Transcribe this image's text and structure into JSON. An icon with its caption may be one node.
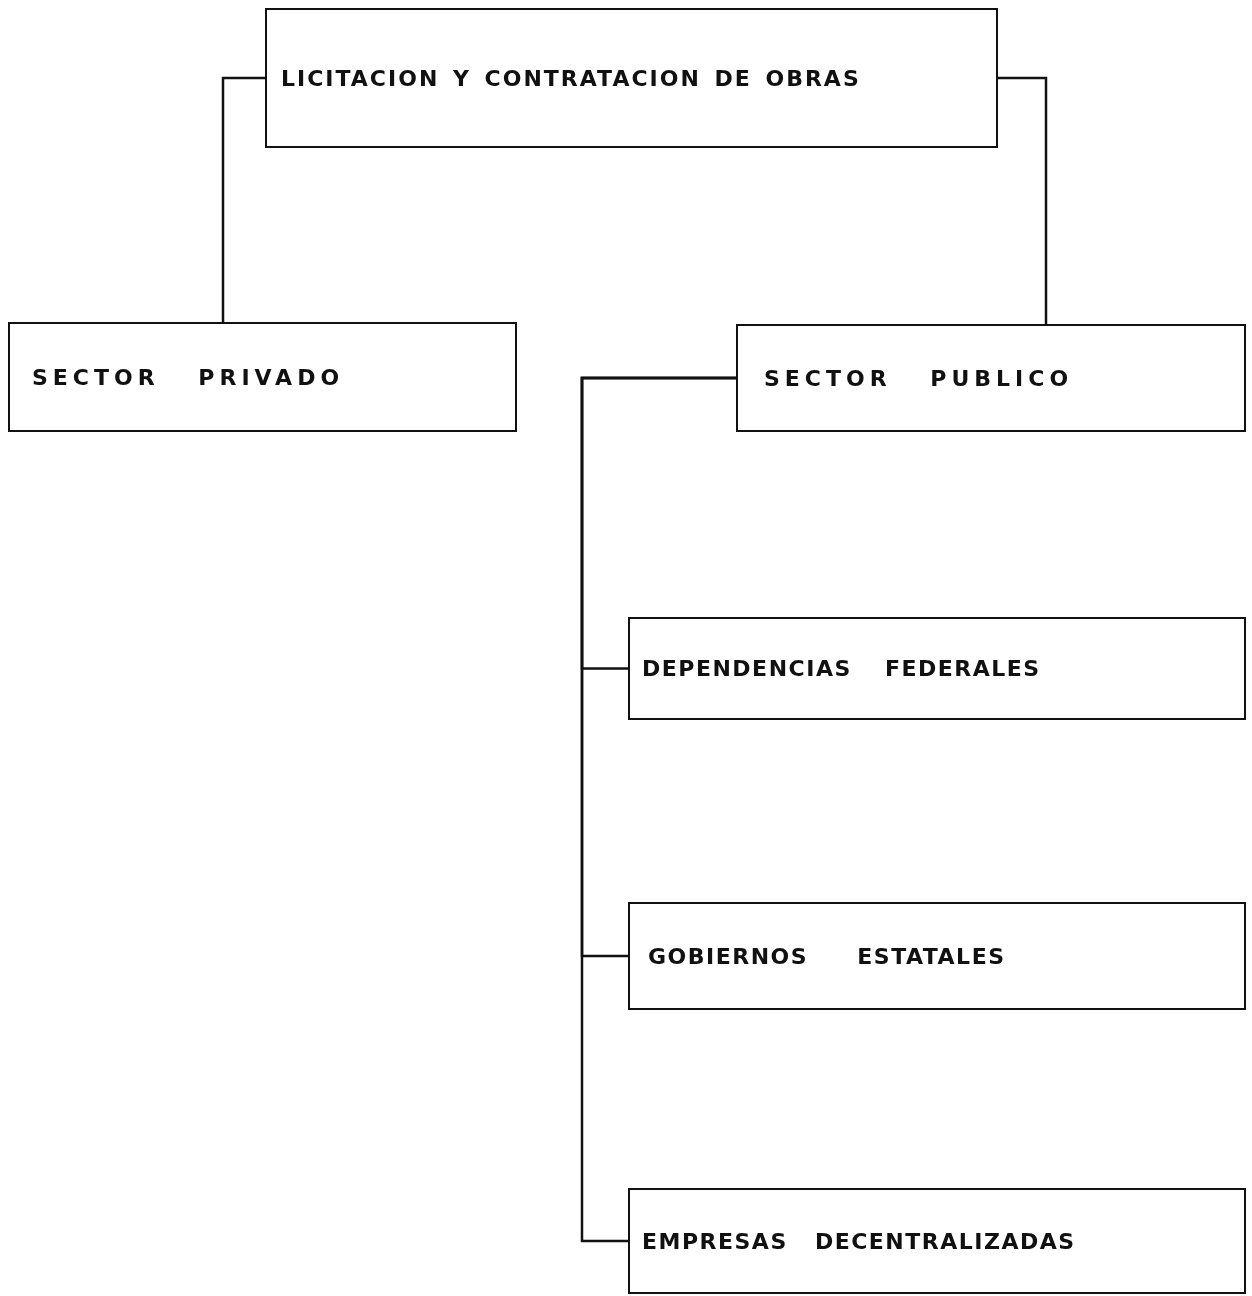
{
  "diagram": {
    "nodes": [
      {
        "text": [
          "LICITACION Y CONTRATACION DE OBRAS"
        ]
      },
      {
        "text": [
          "SECTOR PRIVADO"
        ]
      },
      {
        "text": [
          "SECTOR PUBLICO"
        ]
      },
      {
        "text": [
          "DEPENDENCIAS FEDERALES"
        ]
      },
      {
        "text": [
          "GOBIERNOS ESTATALES"
        ]
      },
      {
        "text": [
          "EMPRESAS DECENTRALIZADAS"
        ]
      }
    ],
    "edges": [
      {
        "from": 0,
        "to": 1,
        "arrow": "none"
      },
      {
        "from": 0,
        "to": 2,
        "arrow": "none"
      },
      {
        "from": 2,
        "to": 3,
        "arrow": "none"
      },
      {
        "from": 2,
        "to": 4,
        "arrow": "none"
      },
      {
        "from": 2,
        "to": 5,
        "arrow": "none"
      }
    ]
  }
}
